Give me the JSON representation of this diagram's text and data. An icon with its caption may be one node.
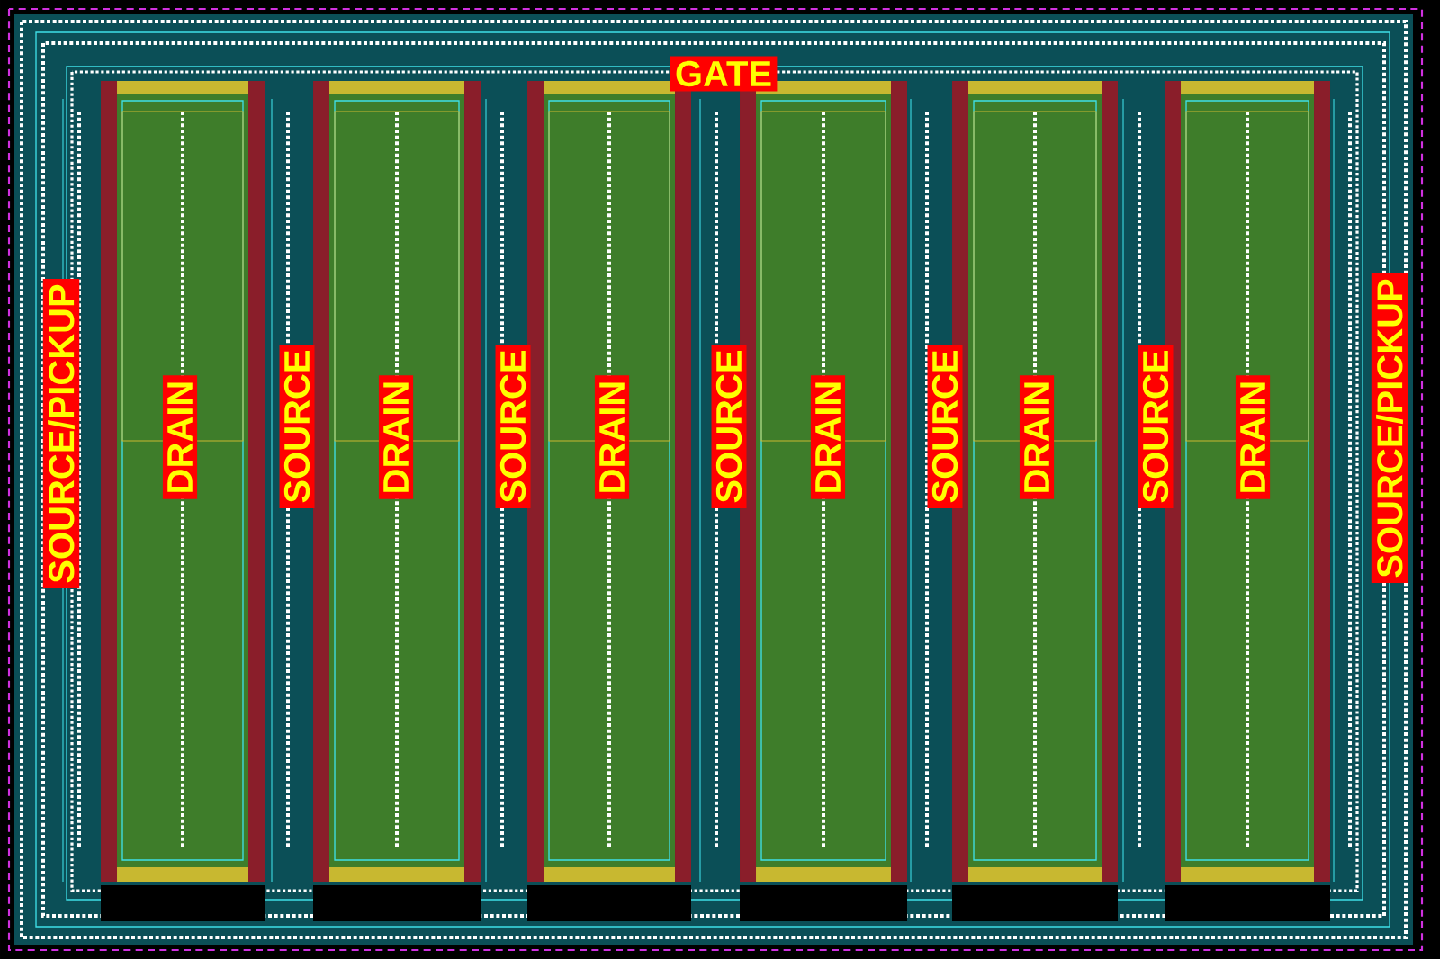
{
  "diagram": {
    "labels": [
      "GATE",
      "SOURCE/PICKUP",
      "DRAIN",
      "SOURCE",
      "DRAIN",
      "SOURCE",
      "DRAIN",
      "SOURCE",
      "DRAIN",
      "SOURCE",
      "DRAIN",
      "SOURCE",
      "DRAIN",
      "SOURCE/PICKUP"
    ]
  }
}
